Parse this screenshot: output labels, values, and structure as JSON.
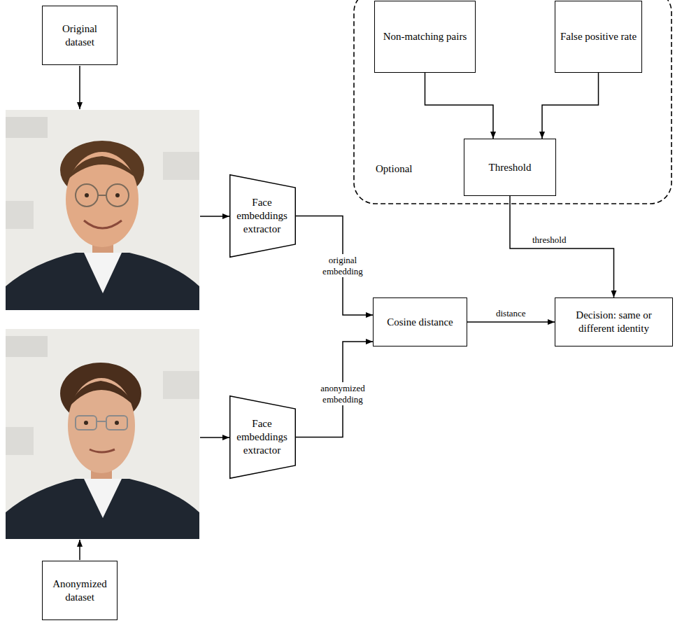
{
  "diagram": {
    "nodes": [
      {
        "text": [
          "Original dataset"
        ]
      },
      {
        "text": [
          "Optional"
        ]
      },
      {
        "text": [
          "Non-matching pairs"
        ],
        "in": 1
      },
      {
        "text": [
          "False positive rate"
        ],
        "in": 1
      },
      {
        "text": [
          "Threshold"
        ],
        "in": 1
      },
      {
        "text": [
          "Face embeddings extractor"
        ]
      },
      {
        "text": [
          "Cosine distance"
        ]
      },
      {
        "text": [
          "Decision: same or different identity"
        ]
      },
      {
        "text": [
          "Face embeddings extractor"
        ]
      },
      {
        "text": [
          "Anonymized dataset"
        ]
      }
    ],
    "edges": [
      {
        "from": 5,
        "to": 6,
        "arrow": "to",
        "label": "original embedding"
      },
      {
        "from": 8,
        "to": 6,
        "arrow": "to",
        "label": "anonymized embedding"
      },
      {
        "from": 6,
        "to": 7,
        "arrow": "to",
        "label": "distance"
      },
      {
        "from": 4,
        "to": 7,
        "arrow": "to",
        "label": "threshold"
      },
      {
        "from": 2,
        "to": 4,
        "arrow": "to"
      },
      {
        "from": 3,
        "to": 4,
        "arrow": "to"
      }
    ]
  }
}
